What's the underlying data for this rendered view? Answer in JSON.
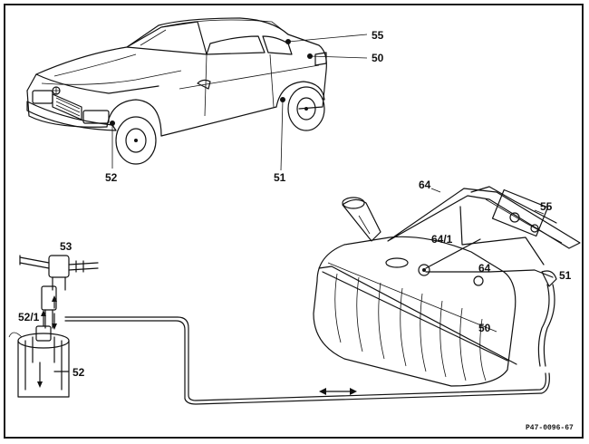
{
  "labels": {
    "car_55": "55",
    "car_50": "50",
    "car_52": "52",
    "car_51": "51",
    "tank_64_top": "64",
    "tank_55": "55",
    "tank_64_1": "64/1",
    "tank_64_mid": "64",
    "tank_51": "51",
    "tank_50": "50",
    "canister_53": "53",
    "canister_52_1": "52/1",
    "canister_52": "52"
  },
  "drawing_code": "P47-0096-67",
  "icons": {
    "flow_arrow": "double-arrow-icon"
  }
}
